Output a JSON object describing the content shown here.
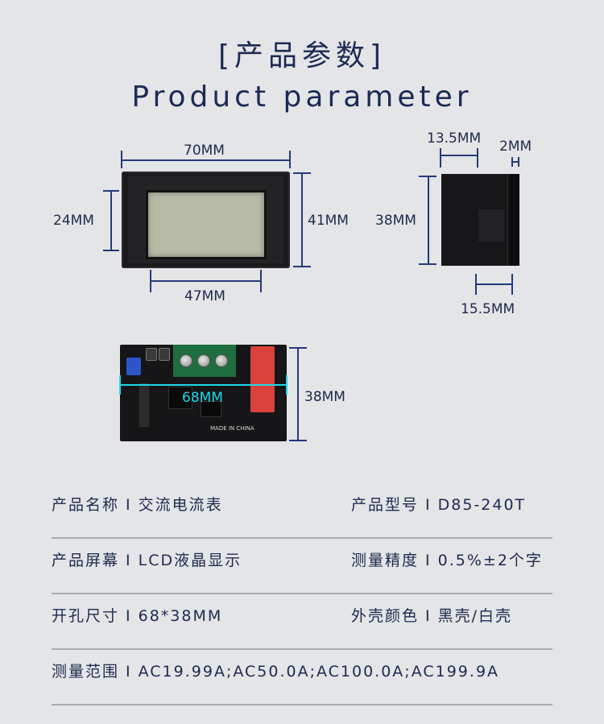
{
  "header": {
    "title_cn": "[产品参数]",
    "title_en": "Product parameter"
  },
  "dimensions": {
    "front_width": "70MM",
    "front_left_height": "24MM",
    "front_right_height": "41MM",
    "front_bottom_width": "47MM",
    "side_top_left": "13.5MM",
    "side_top_right": "2MM",
    "side_height": "38MM",
    "side_bottom": "15.5MM",
    "board_width": "68MM",
    "board_height": "38MM"
  },
  "specs": {
    "separator": "I",
    "rows": [
      {
        "left_key": "产品名称",
        "left_val": "交流电流表",
        "right_key": "产品型号",
        "right_val": "D85-240T"
      },
      {
        "left_key": "产品屏幕",
        "left_val": "LCD液晶显示",
        "right_key": "测量精度",
        "right_val": "0.5%±2个字"
      },
      {
        "left_key": "开孔尺寸",
        "left_val": "68*38MM",
        "right_key": "外壳颜色",
        "right_val": "黑壳/白壳"
      },
      {
        "left_key": "测量范围",
        "left_val": "AC19.99A;AC50.0A;AC100.0A;AC199.9A"
      }
    ]
  },
  "board_print": {
    "made_in": "MADE IN CHINA"
  }
}
